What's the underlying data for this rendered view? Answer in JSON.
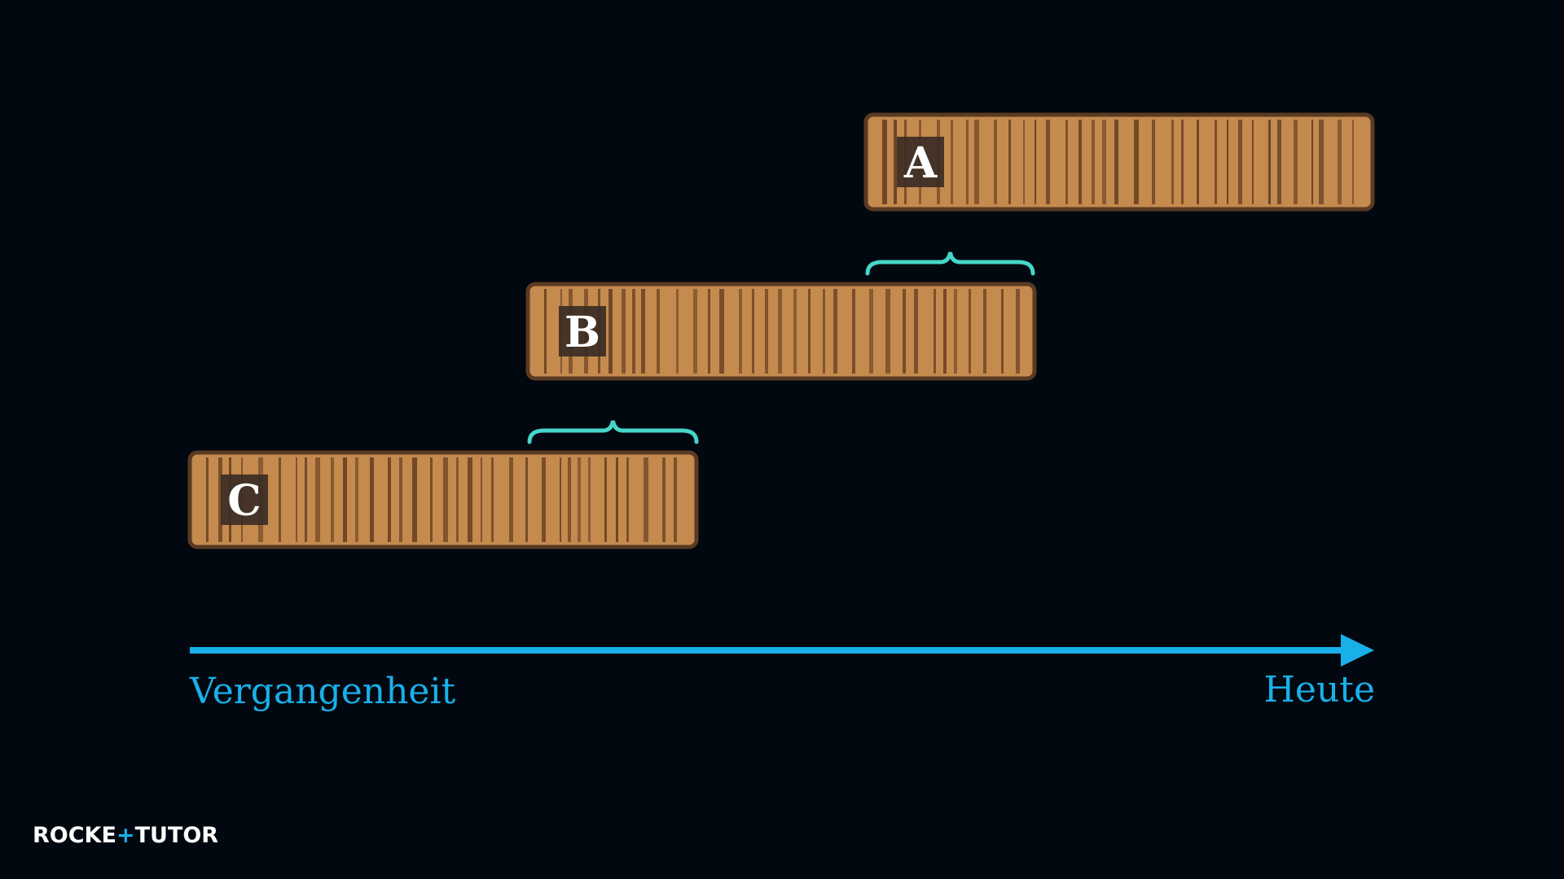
{
  "layers": [
    {
      "label": "A"
    },
    {
      "label": "B"
    },
    {
      "label": "C"
    }
  ],
  "axis": {
    "start_label": "Vergangenheit",
    "end_label": "Heute"
  },
  "logo": {
    "part1": "ROCKE",
    "plus": "+",
    "part2": "TUTOR"
  },
  "colors": {
    "background": "#02080f",
    "layer_fill": "#c48a4e",
    "layer_border": "#5a3a22",
    "layer_stripe": "#6e4424",
    "label_box": "#3a2d24",
    "brace": "#45d6c9",
    "axis": "#19b0ea"
  }
}
